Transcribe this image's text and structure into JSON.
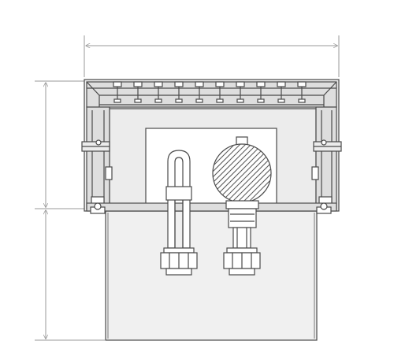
{
  "drawing": {
    "view": "front-elevation",
    "colors": {
      "line": "#4a4a4a",
      "dimension": "#9a9a9a",
      "fill_upper": "#ececec",
      "fill_lower": "#f0f0f0",
      "background": "#ffffff"
    },
    "hanger_count": 10,
    "components": [
      "housing",
      "top-rail",
      "inner-window",
      "bent-pipe",
      "gauge",
      "lower-box",
      "fittings",
      "dimension-lines"
    ]
  }
}
